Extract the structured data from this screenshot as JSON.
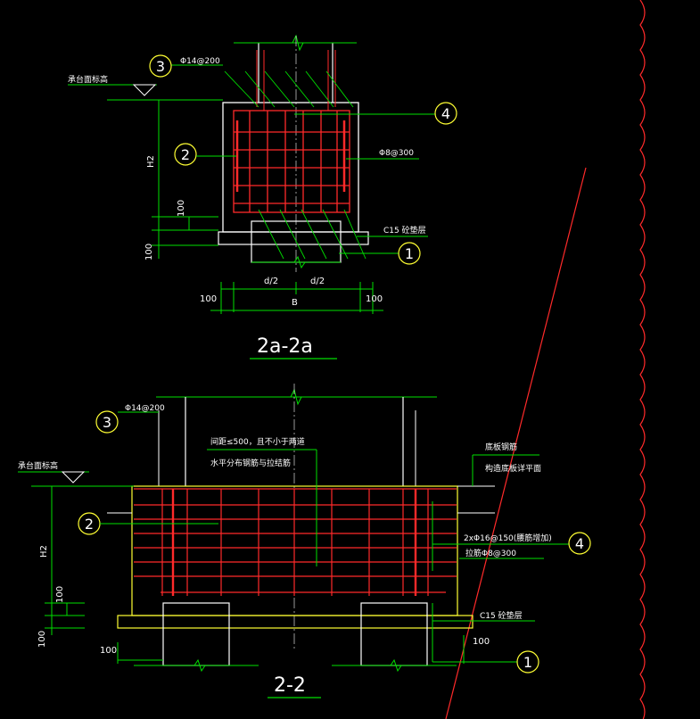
{
  "section_2a": {
    "title": "2a-2a",
    "callout_1": "1",
    "callout_2": "2",
    "callout_3": "3",
    "callout_4": "4",
    "rebar_top": "Φ14@200",
    "stirrup": "Φ8@300",
    "elevation_mark": "承台面标高",
    "cushion_note": "C15 砼垫层",
    "dim_h2": "H2",
    "dim_100_a": "100",
    "dim_100_b": "100",
    "dim_d2_left": "d/2",
    "dim_d2_right": "d/2",
    "dim_b": "B",
    "dim_100_left": "100",
    "dim_100_right": "100"
  },
  "section_22": {
    "title": "2-2",
    "callout_1": "1",
    "callout_2": "2",
    "callout_3": "3",
    "callout_4": "4",
    "rebar_top": "Φ14@200",
    "elevation_mark": "承台面标高",
    "note_spacing_1": "间距≤500，且不小于两道",
    "note_spacing_2": "水平分布钢筋与拉结筋",
    "note_slab_1": "底板钢筋",
    "note_slab_2": "构造底板详平面",
    "note_rebar_1": "2xΦ16@150(腰筋增加)",
    "note_rebar_2": "拉筋Φ8@300",
    "cushion_note": "C15 砼垫层",
    "dim_h2": "H2",
    "dim_100_a": "100",
    "dim_100_b": "100",
    "dim_100_c": "100",
    "dim_100_d": "100"
  },
  "colors": {
    "background": "#000000",
    "concrete_line": "#ffffff",
    "rebar": "#ff2a2a",
    "leader": "#00e000",
    "callout_circle": "#ffff33",
    "dimension": "#00e000",
    "cut_line": "#ff2a2a"
  }
}
